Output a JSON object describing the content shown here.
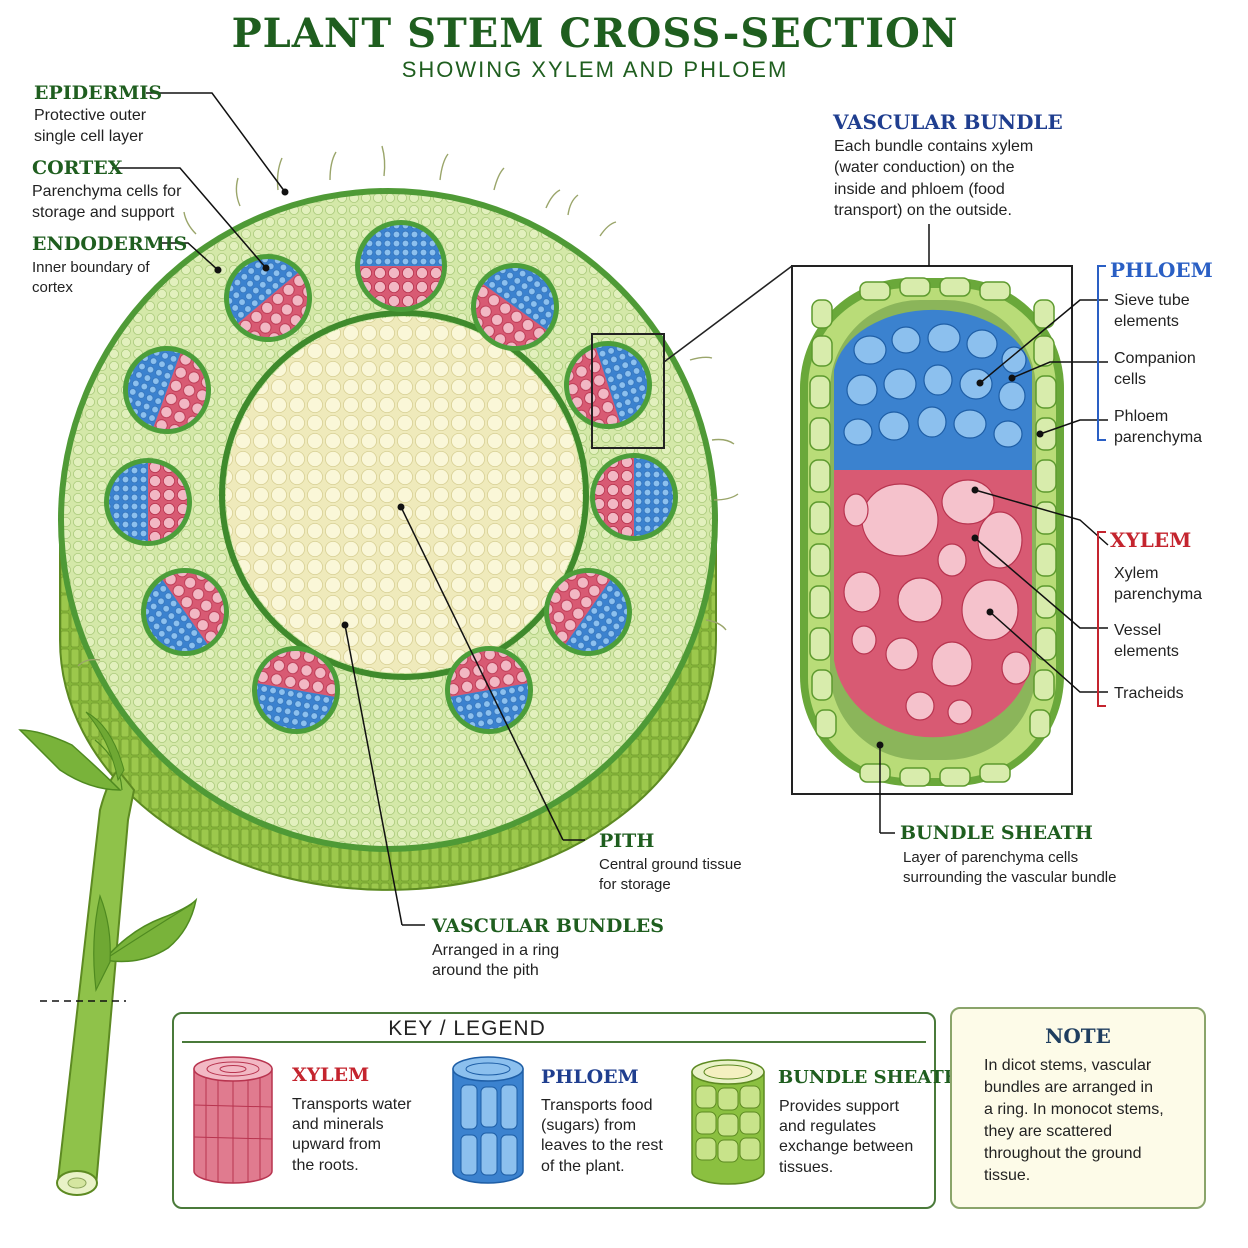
{
  "title": "PLANT STEM CROSS-SECTION",
  "subtitle": "SHOWING XYLEM AND PHLOEM",
  "labels": {
    "epidermis": {
      "title": "EPIDERMIS",
      "line1": "Protective outer",
      "line2": "single cell layer"
    },
    "cortex": {
      "title": "CORTEX",
      "line1": "Parenchyma cells for",
      "line2": "storage and support"
    },
    "endodermis": {
      "title": "ENDODERMIS",
      "line1": "Inner boundary of",
      "line2": "cortex"
    },
    "pith": {
      "title": "PITH",
      "line1": "Central ground tissue",
      "line2": "for storage"
    },
    "vascular_bundles": {
      "title": "VASCULAR BUNDLES",
      "line1": "Arranged in a ring",
      "line2": "around the pith"
    },
    "vascular_bundle": {
      "title": "VASCULAR  BUNDLE",
      "line1": "Each bundle contains xylem",
      "line2": "(water conduction) on the",
      "line3": "inside and phloem (food",
      "line4": "transport) on the outside."
    },
    "bundle_sheath": {
      "title": "BUNDLE SHEATH",
      "line1": "Layer of parenchyma cells",
      "line2": "surrounding the vascular bundle"
    }
  },
  "phloem_group": {
    "title": "PHLOEM",
    "items": [
      "Sieve tube\nelements",
      "Companion\ncells",
      "Phloem\nparenchyma"
    ],
    "sieve": [
      "Sieve tube",
      "elements"
    ],
    "companion": [
      "Companion",
      "cells"
    ],
    "parenchyma": [
      "Phloem",
      "parenchyma"
    ]
  },
  "xylem_group": {
    "title": "XYLEM",
    "parenchyma": [
      "Xylem",
      "parenchyma"
    ],
    "vessel": [
      "Vessel",
      "elements"
    ],
    "tracheids": "Tracheids"
  },
  "key": {
    "heading": "KEY  /  LEGEND",
    "xylem": {
      "title": "XYLEM",
      "lines": [
        "Transports water",
        "and minerals",
        "upward from",
        "the roots."
      ]
    },
    "phloem": {
      "title": "PHLOEM",
      "lines": [
        "Transports food",
        "(sugars) from",
        "leaves to the rest",
        "of the plant."
      ]
    },
    "sheath": {
      "title": "BUNDLE SHEATH",
      "lines": [
        "Provides support",
        "and regulates",
        "exchange between",
        "tissues."
      ]
    }
  },
  "note": {
    "heading": "NOTE",
    "lines": [
      "In dicot stems, vascular",
      "bundles are arranged in",
      "a ring. In monocot stems,",
      "they are scattered",
      "throughout the ground",
      "tissue."
    ]
  },
  "colors": {
    "title_green": "#1f5e1f",
    "xylem_red": "#c4242e",
    "phloem_blue": "#1f3e8f",
    "cortex_green": "#cfe6a0",
    "stem_side": "#8fbf3c",
    "pith_cream": "#f6f2c8",
    "phloem_fill": "#4a90d9",
    "xylem_fill": "#e07b8f"
  }
}
